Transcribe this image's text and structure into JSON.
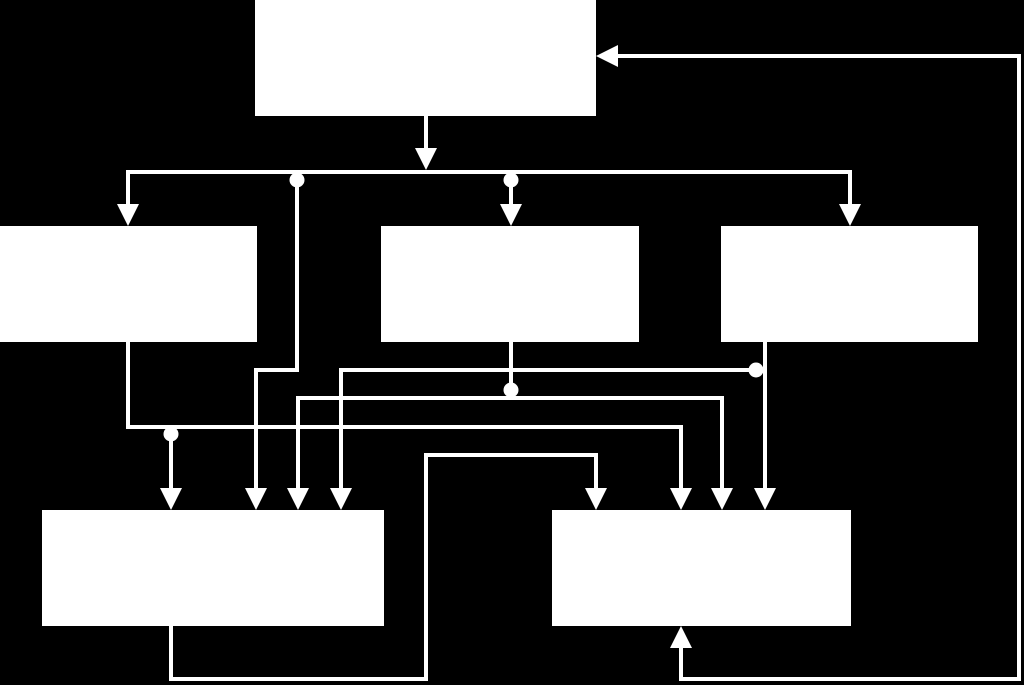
{
  "colors": {
    "background": "#000000",
    "box_fill": "#ffffff",
    "line_color": "#ffffff"
  },
  "boxes": [
    {
      "id": "top",
      "label": ""
    },
    {
      "id": "middle-left",
      "label": ""
    },
    {
      "id": "middle-center",
      "label": ""
    },
    {
      "id": "middle-right",
      "label": ""
    },
    {
      "id": "bottom-left",
      "label": ""
    },
    {
      "id": "bottom-right",
      "label": ""
    }
  ],
  "connections": [
    {
      "from": "top",
      "to": "middle-left"
    },
    {
      "from": "top",
      "to": "middle-center"
    },
    {
      "from": "top",
      "to": "middle-right"
    },
    {
      "from": "top",
      "to": "bottom-left"
    },
    {
      "from": "middle-left",
      "to": "bottom-left"
    },
    {
      "from": "middle-left",
      "to": "bottom-right"
    },
    {
      "from": "middle-center",
      "to": "bottom-left"
    },
    {
      "from": "middle-center",
      "to": "bottom-right"
    },
    {
      "from": "middle-right",
      "to": "bottom-left"
    },
    {
      "from": "middle-right",
      "to": "bottom-right"
    },
    {
      "from": "bottom-left",
      "to": "bottom-right"
    },
    {
      "from": "bottom-right",
      "to": "top"
    }
  ]
}
